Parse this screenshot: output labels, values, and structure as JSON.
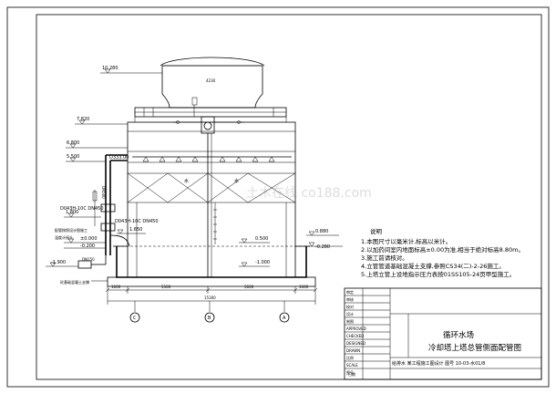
{
  "elevations": {
    "top": "10.280",
    "roof": "7.820",
    "e6800": "6.800",
    "e5500": "5.500",
    "e1800": "1.800",
    "e1650": "1.650",
    "e0500": "0.500",
    "e0000": "±0.000",
    "em0200": "-0.200",
    "em1000": "-1.000",
    "em1900": "-1.900",
    "em0280": "-0.280",
    "e0880": "0.880"
  },
  "labels": {
    "pipe_top": "D333.00",
    "valve1": "D043H-10C DN450",
    "valve2": "D043H-10C DN450",
    "dn150": "DN150",
    "dn500": "DN500",
    "pipe_note": "配管按照设计图施工",
    "gauge_note": "温度计接头",
    "support_note": "砼基础混凝土支撑",
    "fan_label": "4230",
    "water": "水",
    "water2": "水"
  },
  "dims": {
    "d1": "1600",
    "d2": "5500",
    "d3": "5600",
    "d4": "1600",
    "total": "15300"
  },
  "axes": {
    "a1": "C",
    "a2": "B",
    "a3": "A"
  },
  "notes": {
    "title": "说明",
    "n1": "1.本图尺寸以毫米计,标高以米计。",
    "n2": "2.以加药间室内地面标高±0.00为准,相当于绝对标高8.80m。",
    "n3": "3.施工前请核对。",
    "n4": "4.立管管道基础混凝土支撑,参照CS34(二)-2-26施工。",
    "n5": "5.上塔立管上设地指示压力表按01SS105-24页甲型施工。"
  },
  "title_block": {
    "project": "循环水场",
    "drawing": "冷却塔上塔总管侧面配管图",
    "rows": [
      "审定",
      "审核",
      "校对",
      "设计",
      "制图",
      "APPROVED",
      "CHECKED",
      "DESIGNED",
      "DRAWN",
      "比例",
      "SCALE",
      "图号"
    ],
    "bottom": "给排水 某工程施工图设计 图号 10-03-水01/8",
    "date": "日期"
  },
  "watermark": "土木在线 co188.com"
}
